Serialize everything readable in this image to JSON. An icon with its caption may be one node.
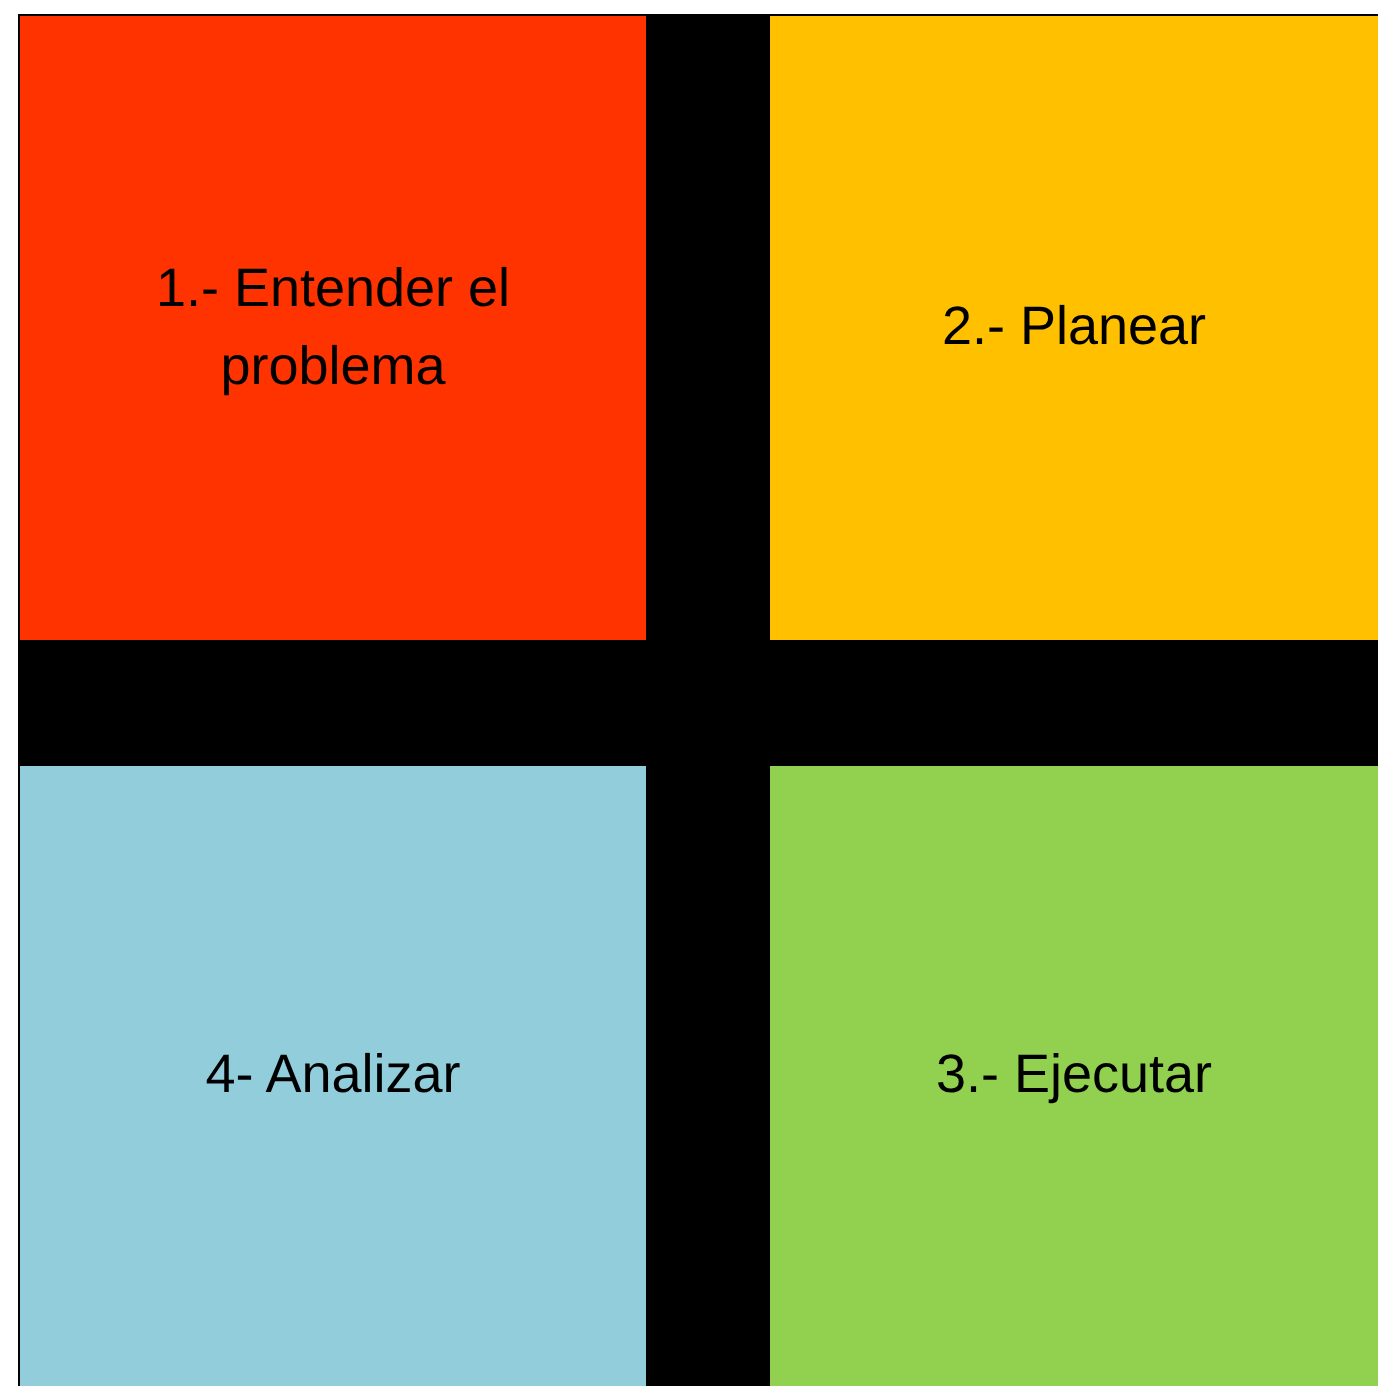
{
  "diagram": {
    "nodes": [
      {
        "text": [
          "1.- Entender el problema"
        ]
      },
      {
        "text": [
          "2.- Planear"
        ]
      },
      {
        "text": [
          "4- Analizar"
        ]
      },
      {
        "text": [
          "3.- Ejecutar"
        ]
      }
    ]
  }
}
